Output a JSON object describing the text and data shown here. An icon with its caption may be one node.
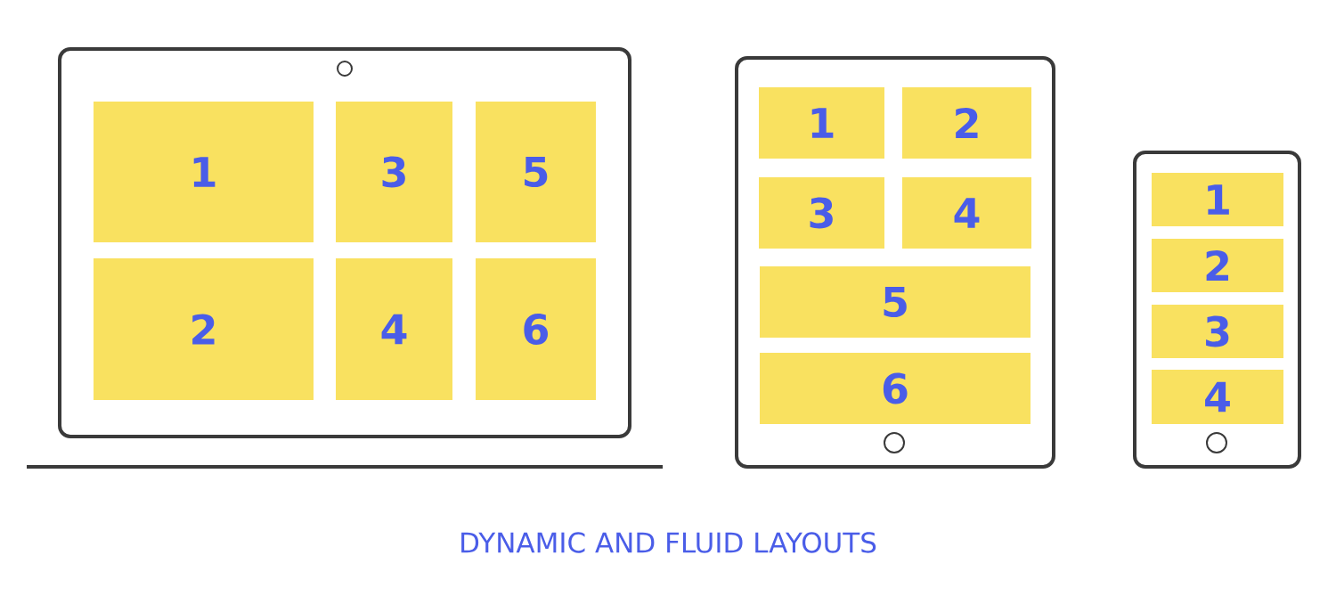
{
  "diagram": {
    "caption": "DYNAMIC AND FLUID LAYOUTS",
    "nodes": [
      {
        "text": [],
        "shape": "box"
      },
      {
        "text": [
          "1"
        ],
        "in": 0
      },
      {
        "text": [
          "3"
        ],
        "in": 0
      },
      {
        "text": [
          "5"
        ],
        "in": 0
      },
      {
        "text": [
          "2"
        ],
        "in": 0
      },
      {
        "text": [
          "4"
        ],
        "in": 0
      },
      {
        "text": [
          "6"
        ],
        "in": 0
      },
      {
        "text": [],
        "shape": "box"
      },
      {
        "text": [
          "1"
        ],
        "in": 7
      },
      {
        "text": [
          "2"
        ],
        "in": 7
      },
      {
        "text": [
          "3"
        ],
        "in": 7
      },
      {
        "text": [
          "4"
        ],
        "in": 7
      },
      {
        "text": [
          "5"
        ],
        "in": 7
      },
      {
        "text": [
          "6"
        ],
        "in": 7
      },
      {
        "text": [],
        "shape": "box"
      },
      {
        "text": [
          "1"
        ],
        "in": 14
      },
      {
        "text": [
          "2"
        ],
        "in": 14
      },
      {
        "text": [
          "3"
        ],
        "in": 14
      },
      {
        "text": [
          "4"
        ],
        "in": 14
      }
    ]
  }
}
